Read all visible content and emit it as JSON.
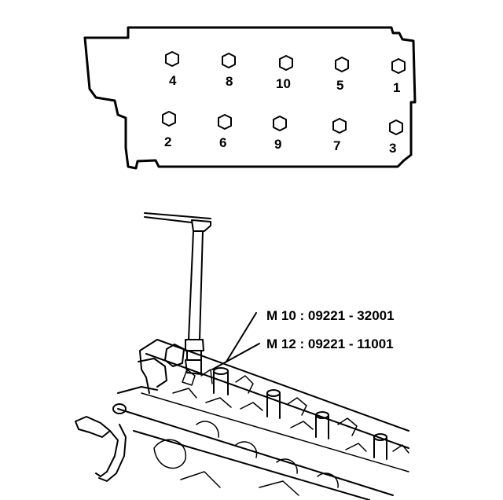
{
  "diagram": {
    "bolt_sequence": {
      "top_row": [
        "4",
        "8",
        "10",
        "5",
        "1"
      ],
      "bottom_row": [
        "2",
        "6",
        "9",
        "7",
        "3"
      ]
    },
    "tool_callouts": [
      "M 10 : 09221 - 32001",
      "M 12 : 09221 - 11001"
    ]
  }
}
